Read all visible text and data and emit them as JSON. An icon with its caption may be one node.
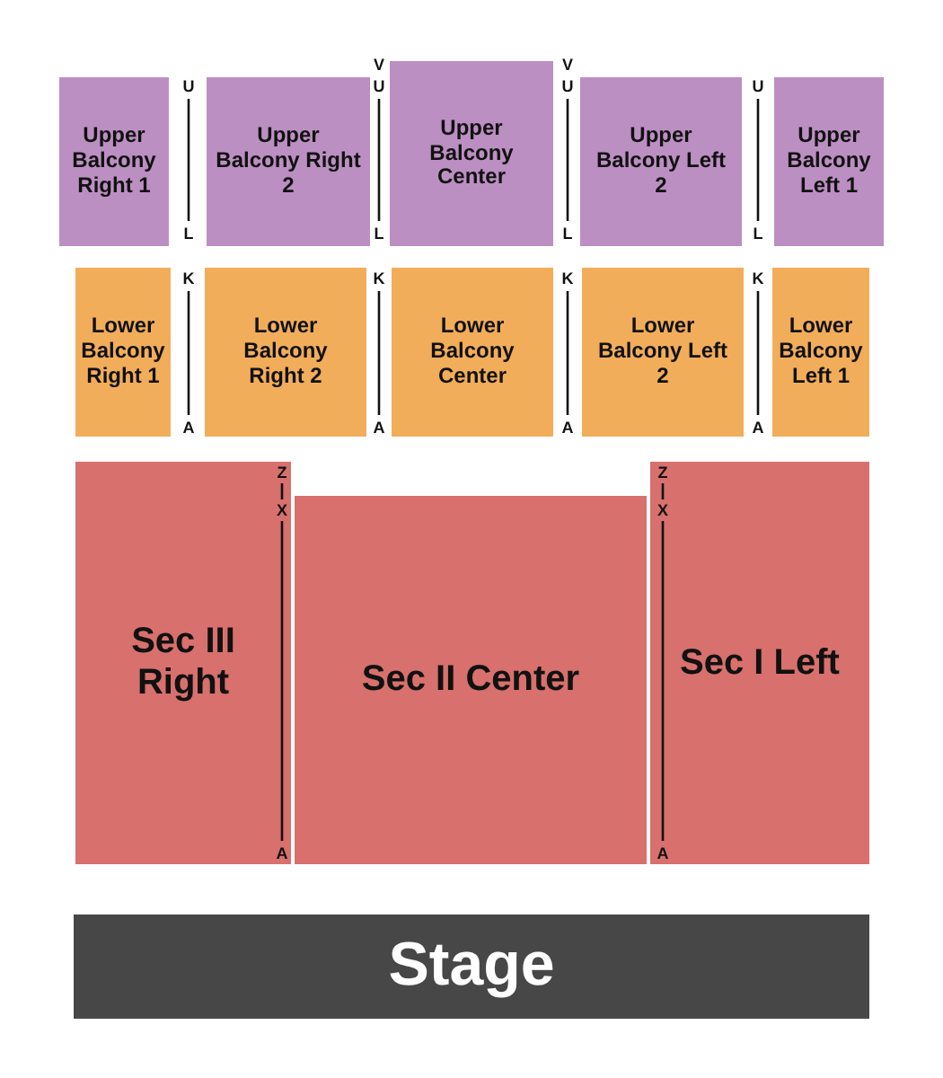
{
  "diagram": {
    "nodes": [
      {
        "text": [
          "Upper Balcony Right 1"
        ]
      },
      {
        "text": [
          "Upper Balcony Right 2"
        ]
      },
      {
        "text": [
          "Upper Balcony Center"
        ]
      },
      {
        "text": [
          "Upper Balcony Left 2"
        ]
      },
      {
        "text": [
          "Upper Balcony Left 1"
        ]
      },
      {
        "text": [
          "Lower Balcony Right 1"
        ]
      },
      {
        "text": [
          "Lower Balcony Right 2"
        ]
      },
      {
        "text": [
          "Lower Balcony Center"
        ]
      },
      {
        "text": [
          "Lower Balcony Left 2"
        ]
      },
      {
        "text": [
          "Lower Balcony Left 1"
        ]
      },
      {
        "text": [
          "Sec III Right"
        ]
      },
      {
        "text": [
          "Sec II Center"
        ]
      },
      {
        "text": [
          "Sec I Left"
        ]
      },
      {
        "text": [
          "Stage"
        ]
      }
    ],
    "labels": [
      "V",
      "V",
      "U",
      "U",
      "U",
      "U",
      "L",
      "L",
      "L",
      "L",
      "K",
      "K",
      "K",
      "K",
      "A",
      "A",
      "A",
      "A",
      "Z",
      "Z",
      "X",
      "X",
      "A",
      "A"
    ]
  }
}
